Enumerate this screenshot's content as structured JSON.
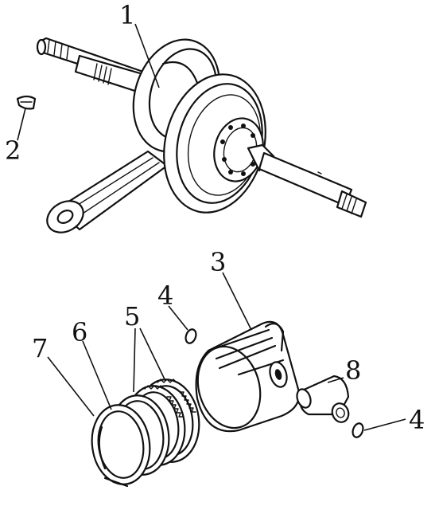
{
  "callouts": {
    "crankshaft": "1",
    "woodruff_key": "2",
    "piston": "3",
    "piston_pin_clip_left": "4",
    "piston_pin_clip_right": "4",
    "compression_rings": "5",
    "oil_ring_side_rail": "6",
    "oil_ring_expander": "7",
    "piston_pin": "8"
  }
}
